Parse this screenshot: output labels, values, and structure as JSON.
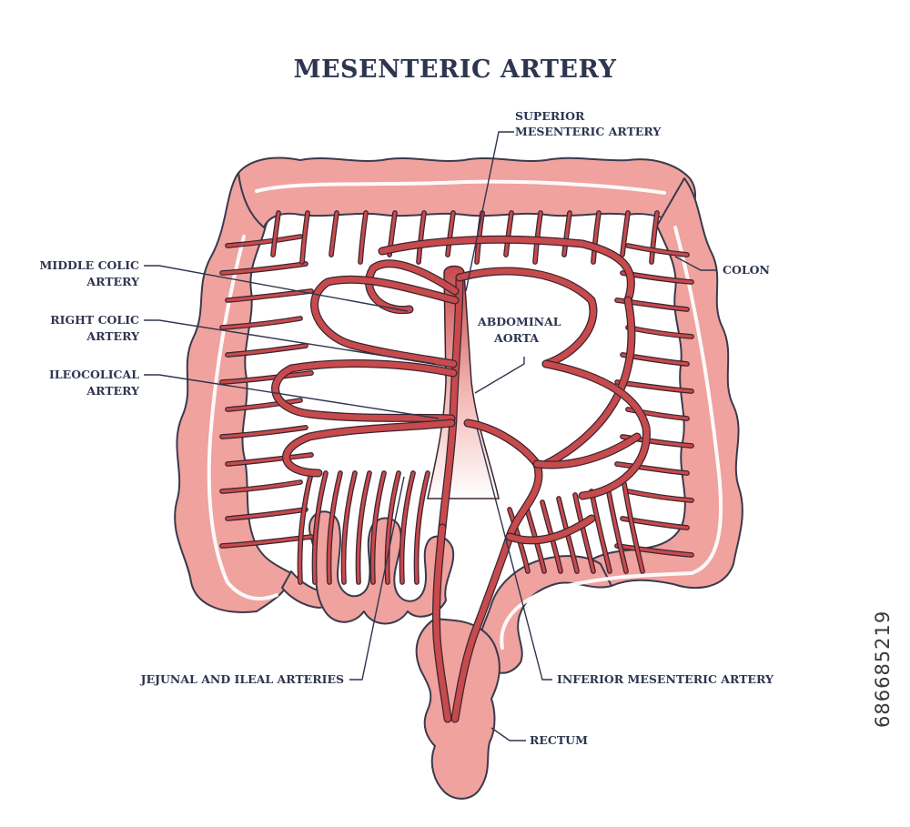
{
  "title": "MESENTERIC ARTERY",
  "labels": {
    "superior_line1": "SUPERIOR",
    "superior_line2": "MESENTERIC ARTERY",
    "middle_line1": "MIDDLE COLIC",
    "middle_line2": "ARTERY",
    "right_line1": "RIGHT COLIC",
    "right_line2": "ARTERY",
    "ileo_line1": "ILEOCOLICAL",
    "ileo_line2": "ARTERY",
    "aorta_line1": "ABDOMINAL",
    "aorta_line2": "AORTA",
    "colon": "COLON",
    "jejunal": "JEJUNAL AND ILEAL ARTERIES",
    "inferior": "INFERIOR MESENTERIC ARTERY",
    "rectum": "RECTUM"
  },
  "watermark": "686685219",
  "colors": {
    "colon_fill": "#f0a29e",
    "artery": "#c74a4c",
    "outline": "#3a3a4c",
    "text": "#2e3550"
  }
}
